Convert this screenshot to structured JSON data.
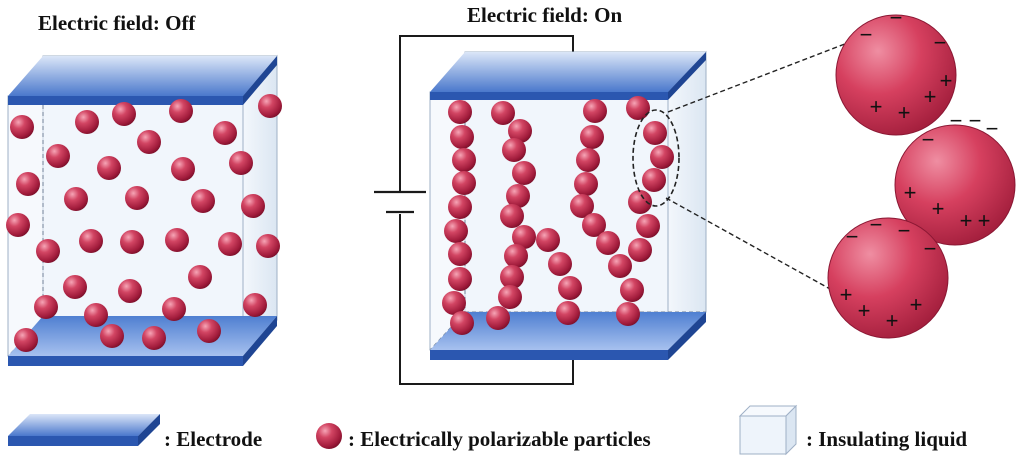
{
  "titles": {
    "off": "Electric field: Off",
    "on": "Electric field: On"
  },
  "legend": {
    "electrode": ": Electrode",
    "particles": ": Electrically polarizable particles",
    "liquid": ": Insulating liquid"
  },
  "colors": {
    "electrode": "#2d5bb5",
    "electrode_light": "#a9c2ec",
    "particle": "#c2334f",
    "liquid": "#eef4fb",
    "wire": "#1a1a1a"
  },
  "signs": {
    "positive": "+",
    "negative": "−"
  }
}
